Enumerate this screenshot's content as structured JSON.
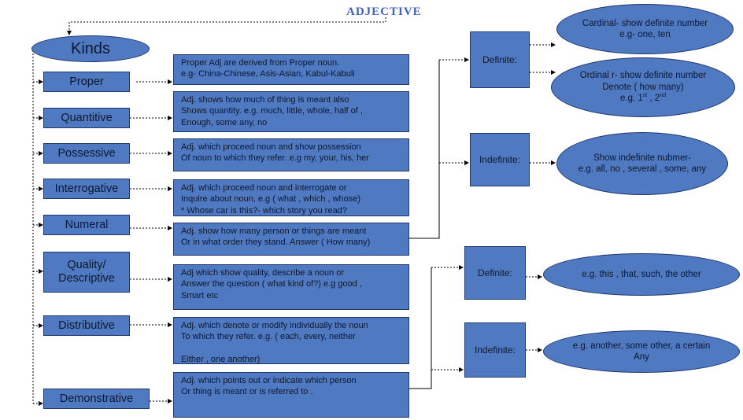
{
  "title": "ADJECTIVE",
  "root": "Kinds",
  "kinds": [
    {
      "label": "Proper",
      "desc": "Proper Adj are derived from Proper noun.\ne.g- China-Chinese,  Asis-Asian, Kabul-Kabuli"
    },
    {
      "label": "Quantitive",
      "desc": "Adj. shows how much of thing is meant also\nShows quantity. e.g. much, little, whole, half of ,\nEnough, some any, no"
    },
    {
      "label": "Possessive",
      "desc": "Adj. which proceed noun and show possession\nOf noun to which they refer. e.g my, your, his, her"
    },
    {
      "label": "Interrogative",
      "desc": "Adj. which proceed noun and interrogate or\nInquire about noun, e.g ( what  , which  , whose)\n* Whose car is this?- which story you read?"
    },
    {
      "label": "Numeral",
      "desc": "Adj. show how many person or things are meant\nOr in what order they stand. Answer ( How many)"
    },
    {
      "label": "Quality/\nDescriptive",
      "desc": "Adj which show  quality, describe a noun or\nAnswer the question ( what kind of?) e.g good ,\nSmart etc"
    },
    {
      "label": "Distributive",
      "desc": "Adj. which denote or modify individually the noun\nTo which they refer. e.g. ( each, every, neither\n\nEither , one another)"
    },
    {
      "label": "Demonstrative",
      "desc": "Adj. which points out or indicate which person\nOr thing is meant  or is referred to ."
    }
  ],
  "numeral_types": {
    "definite": "Definite:",
    "indefinite": "Indefinite:",
    "cardinal": "Cardinal- show definite number\ne.g- one, ten",
    "ordinal": "Ordinal r- show definite number\nDenote ( how many)",
    "ordinal_example": "e.g. 1st , 2nd",
    "indef_example": "Show indefinite nubmer-\ne.g. all, no , several , some, any"
  },
  "demonstrative_types": {
    "definite": "Definite:",
    "indefinite": "Indefinite:",
    "def_example": "e.g. this , that, such, the other",
    "indef_example": "e.g. another, some other, a certain\nAny"
  }
}
